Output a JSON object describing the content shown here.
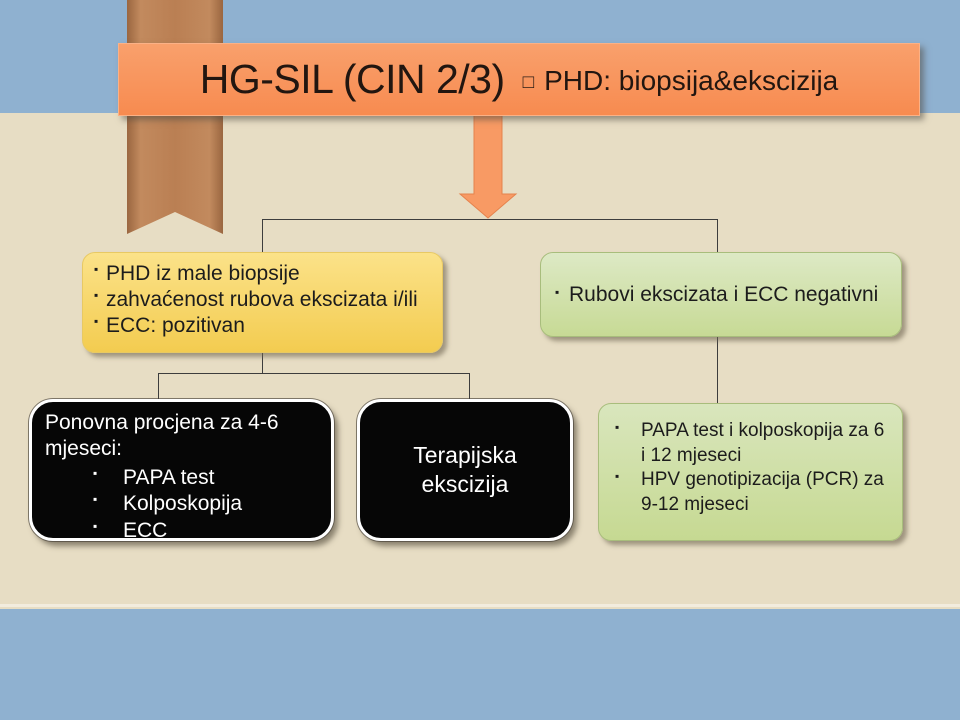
{
  "title": {
    "main": "HG-SIL (CIN 2/3)",
    "square_bullet": "□",
    "sub": "PHD: biopsija&ekscizija"
  },
  "glyphs": {
    "bullet": "▪"
  },
  "flowchart": {
    "positive_findings_box": {
      "items": [
        "PHD iz male biopsije",
        "zahvaćenost rubova ekscizata i/ili",
        "ECC: pozitivan"
      ]
    },
    "negative_findings_box": {
      "items": [
        "Rubovi ekscizata i ECC negativni"
      ]
    },
    "reassessment_box": {
      "heading": "Ponovna procjena za 4-6 mjeseci:",
      "items": [
        "PAPA test",
        "Kolposkopija",
        "ECC"
      ]
    },
    "therapy_box": {
      "text": "Terapijska ekscizija"
    },
    "surveillance_box": {
      "items": [
        "PAPA test i kolposkopija za 6 i 12 mjeseci",
        "HPV genotipizacija (PCR) za 9-12 mjeseci"
      ]
    }
  },
  "colors": {
    "band_blue": "#8fb1d0",
    "background_beige": "#e7ddc4",
    "title_orange": "#f8925c",
    "ribbon_brown": "#ba7f53",
    "arrow_orange": "#f89a64",
    "yellow_box": "#f5d05b",
    "green_box": "#cfdfa4",
    "black_box": "#060606",
    "connector_line": "#3d3d3d"
  }
}
